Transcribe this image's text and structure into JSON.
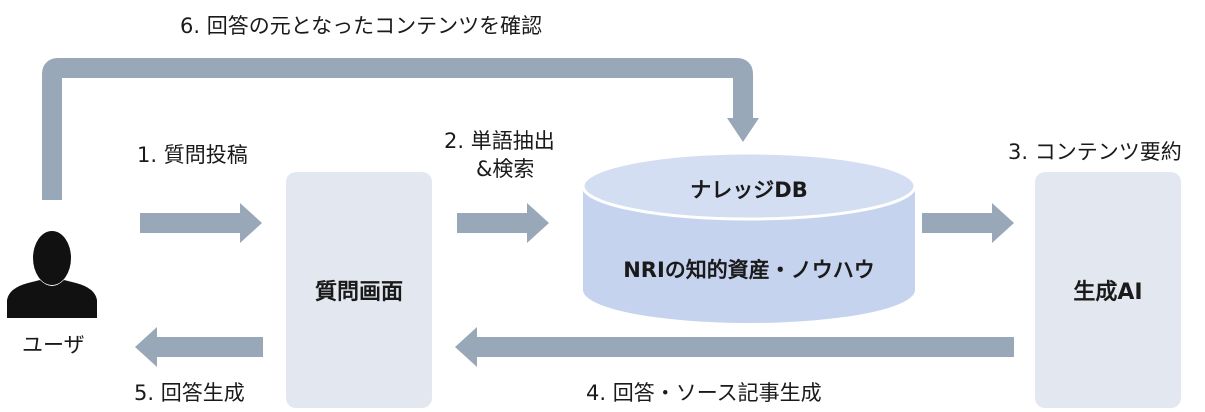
{
  "steps": {
    "step1": "1. 質問投稿",
    "step2_line1": "2. 単語抽出",
    "step2_line2": "&検索",
    "step3": "3. コンテンツ要約",
    "step4": "4. 回答・ソース記事生成",
    "step5": "5. 回答生成",
    "step6": "6. 回答の元となったコンテンツを確認"
  },
  "nodes": {
    "user_label": "ユーザ",
    "question_screen": "質問画面",
    "knowledge_db_title": "ナレッジDB",
    "knowledge_db_body": "NRIの知的資産・ノウハウ",
    "gen_ai": "生成AI"
  },
  "colors": {
    "arrow": "#98a8b8",
    "box_fill": "#e3e8f0",
    "db_fill": "#c5d3ef",
    "user_icon": "#111111"
  },
  "icons": {
    "user": "user-silhouette-icon"
  }
}
